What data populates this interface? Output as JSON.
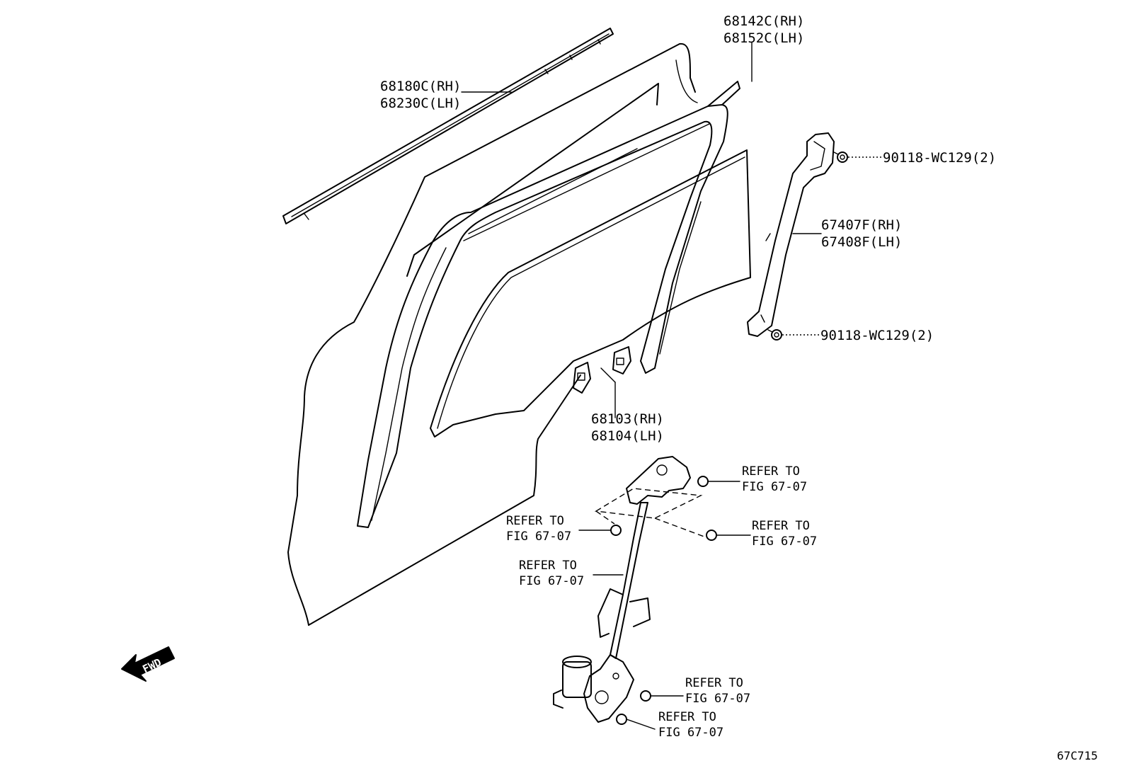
{
  "diagram_code": "67C715",
  "fwd_label": "FWD",
  "parts": {
    "moulding": {
      "rh": "68180C(RH)",
      "lh": "68230C(LH)"
    },
    "run_channel": {
      "rh": "68142C(RH)",
      "lh": "68152C(LH)"
    },
    "guide": {
      "rh": "67407F(RH)",
      "lh": "67408F(LH)"
    },
    "bolt_upper": "90118-WC129(2)",
    "bolt_lower": "90118-WC129(2)",
    "glass_channel": {
      "rh": "68103(RH)",
      "lh": "68104(LH)"
    }
  },
  "refs": [
    {
      "line1": "REFER TO",
      "line2": "FIG 67-07"
    },
    {
      "line1": "REFER TO",
      "line2": "FIG 67-07"
    },
    {
      "line1": "REFER TO",
      "line2": "FIG 67-07"
    },
    {
      "line1": "REFER TO",
      "line2": "FIG 67-07"
    },
    {
      "line1": "REFER TO",
      "line2": "FIG 67-07"
    },
    {
      "line1": "REFER TO",
      "line2": "FIG 67-07"
    }
  ]
}
